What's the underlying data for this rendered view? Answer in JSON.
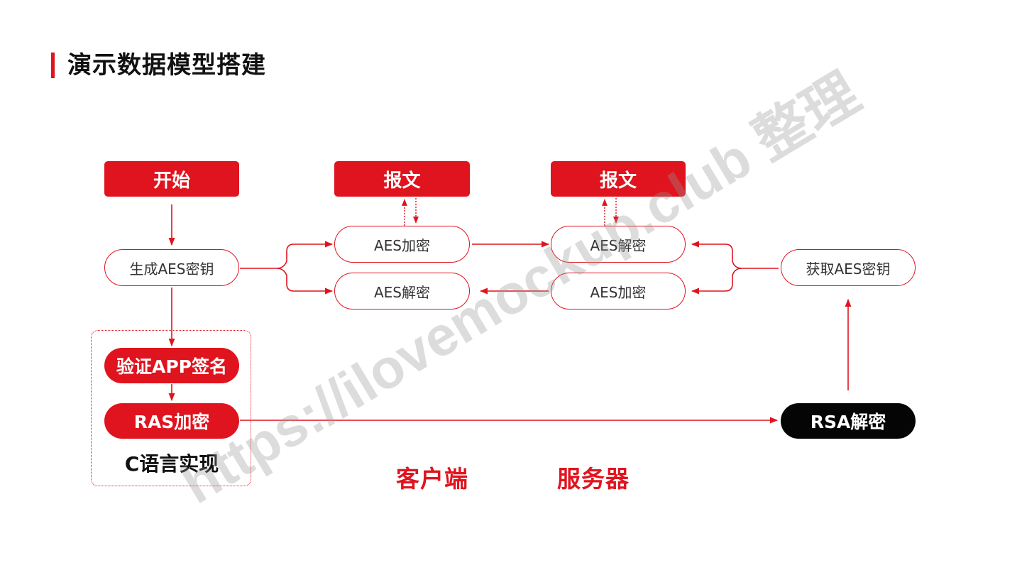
{
  "slide": {
    "title": "演示数据模型搭建",
    "accent_color": "#e0141e"
  },
  "nodes": {
    "start": "开始",
    "message_left": "报文",
    "message_right": "报文",
    "generate_key": "生成AES密钥",
    "aes_encrypt_client": "AES加密",
    "aes_decrypt_client": "AES解密",
    "aes_decrypt_server": "AES解密",
    "aes_encrypt_server": "AES加密",
    "get_key": "获取AES密钥",
    "verify_signature": "验证APP签名",
    "ras_encrypt": "RAS加密",
    "c_impl": "C语言实现",
    "rsa_decrypt": "RSA解密"
  },
  "labels": {
    "client": "客户端",
    "server": "服务器"
  },
  "watermark": "https://ilovemockup.club 整理"
}
